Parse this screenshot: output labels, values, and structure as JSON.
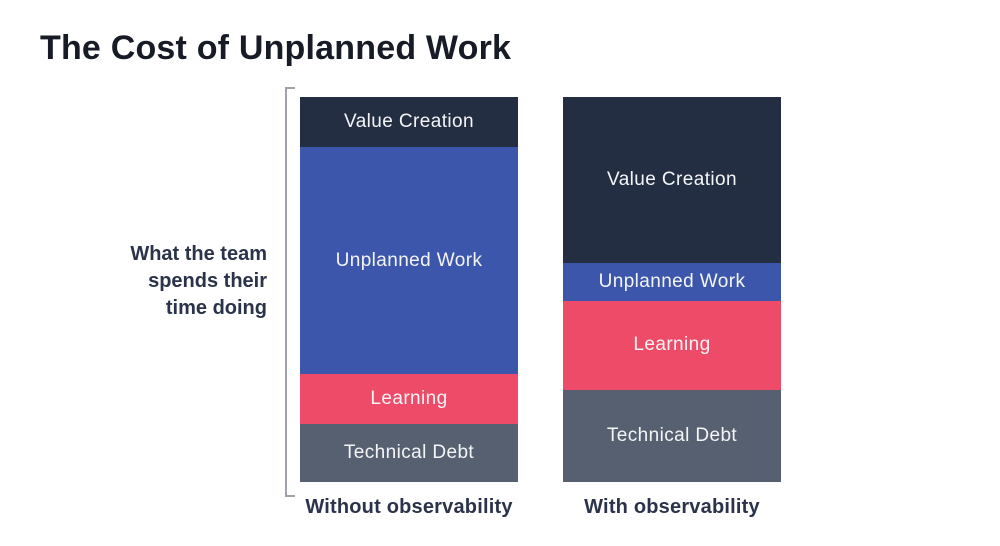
{
  "title": "The Cost of Unplanned Work",
  "side_label": {
    "lines": [
      "What the team",
      "spends their",
      "time doing"
    ]
  },
  "chart_data": {
    "type": "bar",
    "stacked": true,
    "orientation": "vertical",
    "title": "The Cost of Unplanned Work",
    "ylabel": "What the team spends their time doing",
    "values_unit": "percent of team time",
    "ylim": [
      0,
      100
    ],
    "grid": false,
    "legend": false,
    "categories": [
      "Without observability",
      "With observability"
    ],
    "series": [
      {
        "name": "Value Creation",
        "color": "#242E42",
        "values": [
          13,
          43
        ]
      },
      {
        "name": "Unplanned Work",
        "color": "#3C56AB",
        "values": [
          59,
          10
        ]
      },
      {
        "name": "Learning",
        "color": "#EE4B68",
        "values": [
          13,
          23
        ]
      },
      {
        "name": "Technical Debt",
        "color": "#566070",
        "values": [
          15,
          24
        ]
      }
    ]
  },
  "colors": {
    "background": "#FFFFFF",
    "title_text": "#171B26",
    "annotation_text": "#2A3349",
    "segment_text": "#F4F5F7",
    "bracket": "#9EA3AB"
  }
}
